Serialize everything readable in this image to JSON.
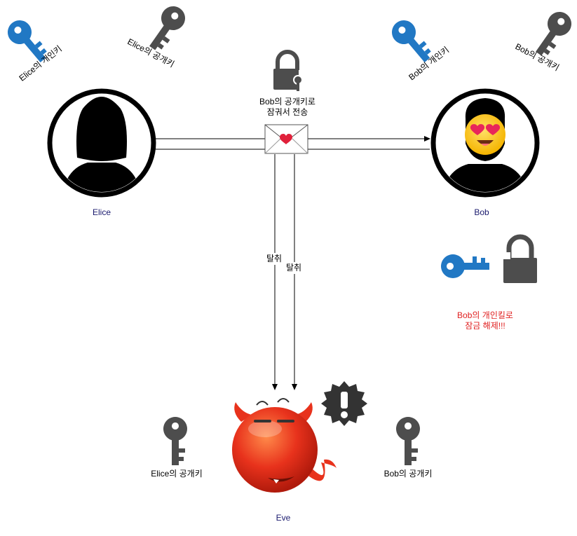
{
  "colors": {
    "private_key": "#2178c4",
    "public_key": "#4d4d4d",
    "lock": "#4d4d4d",
    "person": "#000000",
    "warning_text": "#e02020",
    "name_text": "#1a1a6e",
    "devil": "#e8321c"
  },
  "people": {
    "alice": {
      "name": "Elice",
      "private_key_label": "Elice의 개인키",
      "public_key_label": "Elice의 공개키"
    },
    "bob": {
      "name": "Bob",
      "private_key_label": "Bob의 개인키",
      "public_key_label": "Bob의 공개키"
    },
    "eve": {
      "name": "Eve",
      "stolen_alice_key": "Elice의 공개키",
      "stolen_bob_key": "Bob의 공개키"
    }
  },
  "message": {
    "lock_label_line1": "Bob의 공개키로",
    "lock_label_line2": "잠궈서 전송"
  },
  "interception": {
    "label_left": "탈취",
    "label_right": "탈취"
  },
  "unlock": {
    "label_line1": "Bob의 개인킬로",
    "label_line2": "잠금 해제!!!"
  },
  "icons": [
    "private-key-icon",
    "public-key-icon",
    "lock-icon",
    "unlocked-icon",
    "envelope-icon",
    "heart-icon",
    "woman-avatar-icon",
    "man-avatar-icon",
    "heart-eyes-emoji-icon",
    "devil-icon",
    "warning-badge-icon"
  ]
}
